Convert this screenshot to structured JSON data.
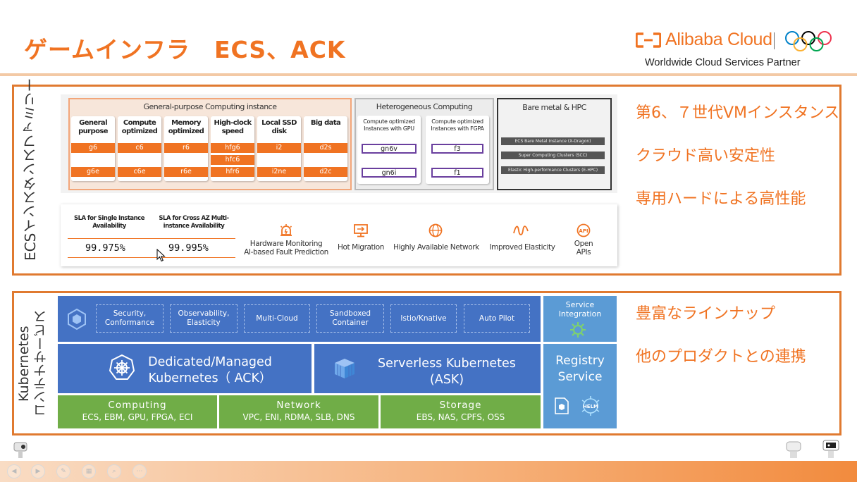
{
  "header": {
    "title": "ゲームインフラ　ECS、ACK",
    "logo_text": "Alibaba Cloud",
    "tagline": "Worldwide Cloud Services Partner"
  },
  "colors": {
    "accent": "#f07322",
    "frame": "#e07a30",
    "k8s_blue": "#4472c4",
    "light_blue": "#5b9bd5",
    "green": "#70ad47",
    "purple": "#6a3f9e"
  },
  "ecs": {
    "section_label": "ECSインスタンスファミリー",
    "general": {
      "title": "General-purpose Computing instance",
      "columns": [
        {
          "header": "General purpose",
          "chips": [
            "g6",
            "g6e"
          ]
        },
        {
          "header": "Compute optimized",
          "chips": [
            "c6",
            "c6e"
          ]
        },
        {
          "header": "Memory optimized",
          "chips": [
            "r6",
            "r6e"
          ]
        },
        {
          "header": "High-clock speed",
          "chips": [
            "hfg6",
            "hfc6",
            "hfr6"
          ]
        },
        {
          "header": "Local SSD disk",
          "chips": [
            "i2",
            "i2ne"
          ]
        },
        {
          "header": "Big data",
          "chips": [
            "d2s",
            "d2c"
          ]
        }
      ]
    },
    "hetero": {
      "title": "Heterogeneous Computing",
      "columns": [
        {
          "header": "Compute optimized Instances with GPU",
          "chips": [
            "gn6v",
            "gn6i"
          ]
        },
        {
          "header": "Compute optimized Instances with FGPA",
          "chips": [
            "f3",
            "f1"
          ]
        }
      ]
    },
    "baremetal": {
      "title": "Bare metal & HPC",
      "items": [
        "ECS Bare Metal Instance (X-Dragon)",
        "Super Computing Clusters (SCC)",
        "Elastic High-performance Clusters (E-HPC)"
      ]
    },
    "sla": [
      {
        "label": "SLA for Single Instance Availability",
        "value": "99.975%"
      },
      {
        "label": "SLA for Cross AZ Multi-instance Availability",
        "value": "99.995%"
      }
    ],
    "features": [
      {
        "icon": "alarm-icon",
        "label": "Hardware Monitoring\nAI-based Fault Prediction"
      },
      {
        "icon": "monitor-icon",
        "label": "Hot Migration"
      },
      {
        "icon": "globe-icon",
        "label": "Highly Available Network"
      },
      {
        "icon": "elasticity-icon",
        "label": "Improved Elasticity"
      },
      {
        "icon": "api-icon",
        "label": "Open\nAPIs"
      }
    ],
    "bullets": [
      "第6、７世代VMインスタンス",
      "クラウド高い安定性",
      "専用ハードによる高性能"
    ]
  },
  "k8s": {
    "section_label_1": "Kubernetes",
    "section_label_2": "コンテナサービス",
    "features": [
      "Security,\nConformance",
      "Observability,\nElasticity",
      "Multi-Cloud",
      "Sandboxed\nContainer",
      "Istio/Knative",
      "Auto Pilot"
    ],
    "ack": "Dedicated/Managed\nKubernetes（ ACK）",
    "ask": "Serverless Kubernetes\n(ASK)",
    "service_integration": "Service\nIntegration",
    "registry": "Registry\nService",
    "helm": "HELM",
    "infra": [
      {
        "title": "Computing",
        "sub": "ECS, EBM, GPU, FPGA, ECI"
      },
      {
        "title": "Network",
        "sub": "VPC, ENI, RDMA, SLB, DNS"
      },
      {
        "title": "Storage",
        "sub": "EBS, NAS, CPFS, OSS"
      }
    ],
    "bullets": [
      "豊富なラインナップ",
      "他のプロダクトとの連携"
    ]
  }
}
